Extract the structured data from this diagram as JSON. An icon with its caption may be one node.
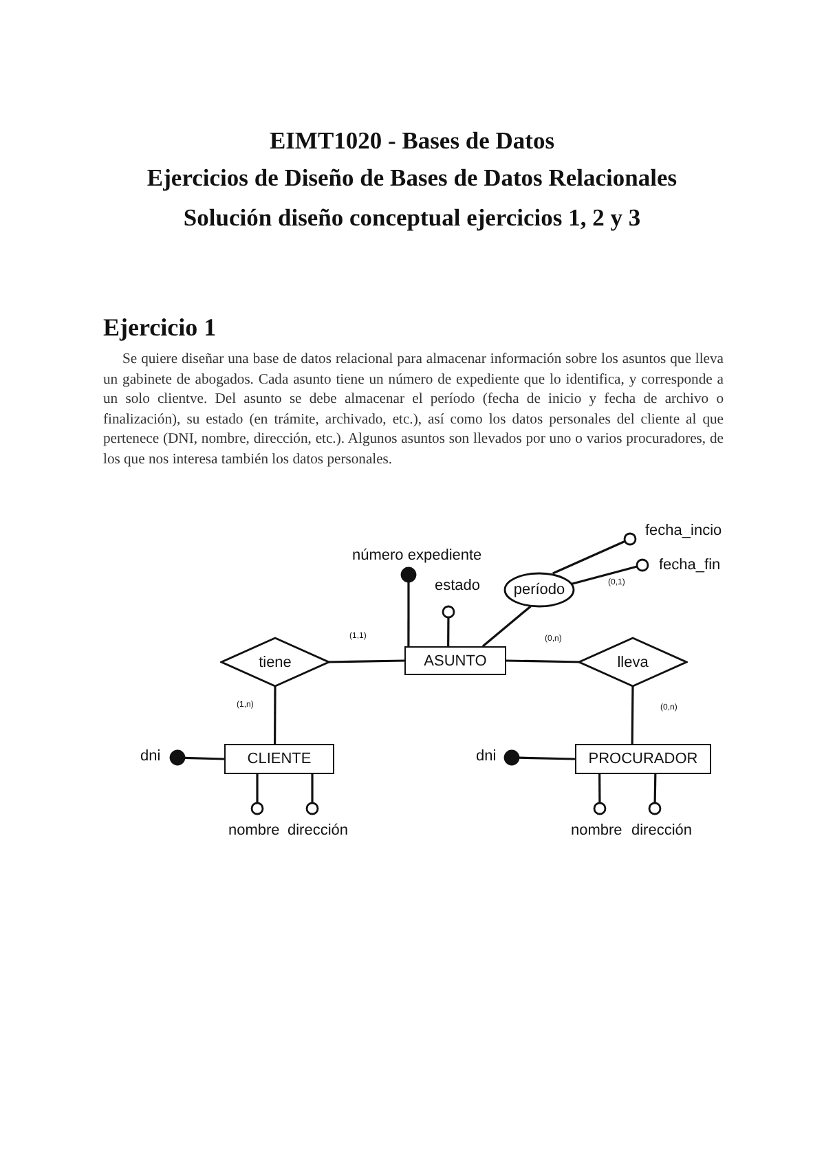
{
  "diagram": {
    "title": "EIMT1020 - Bases de Datos",
    "nodes": [
      {
        "text": [],
        "shape": "circle",
        "beside": [
          "fecha_incio"
        ]
      },
      {
        "text": [],
        "shape": "dot",
        "beside": [
          "número expediente"
        ]
      },
      {
        "text": [],
        "shape": "circle",
        "beside": [
          "fecha_fin"
        ]
      },
      {
        "text": [],
        "shape": "circle",
        "beside": [
          "estado"
        ]
      },
      {
        "text": [
          "período"
        ]
      },
      {
        "text": [
          "tiene"
        ]
      },
      {
        "text": [
          "ASUNTO"
        ]
      },
      {
        "text": [
          "lleva"
        ]
      },
      {
        "text": [],
        "shape": "dot",
        "beside": [
          "dni"
        ]
      },
      {
        "text": [
          "CLIENTE"
        ]
      },
      {
        "text": [],
        "shape": "dot",
        "beside": [
          "dni"
        ]
      },
      {
        "text": [
          "PROCURADOR"
        ]
      },
      {
        "text": [],
        "shape": "circle",
        "beside": [
          "nombre"
        ]
      },
      {
        "text": [],
        "shape": "circle",
        "beside": [
          "dirección"
        ]
      },
      {
        "text": [],
        "shape": "circle",
        "beside": [
          "nombre"
        ]
      },
      {
        "text": [],
        "shape": "circle",
        "beside": [
          "dirección"
        ]
      }
    ],
    "edges": [
      {
        "from": 6,
        "to": 1,
        "arrow": "none"
      },
      {
        "from": 6,
        "to": 3,
        "arrow": "none"
      },
      {
        "from": 6,
        "to": 4,
        "arrow": "none"
      },
      {
        "from": 4,
        "to": 0,
        "arrow": "none"
      },
      {
        "from": 4,
        "to": 2,
        "arrow": "none",
        "label": "(0,1)"
      },
      {
        "from": 5,
        "to": 6,
        "arrow": "none",
        "label": "(1,1)"
      },
      {
        "from": 6,
        "to": 7,
        "arrow": "none",
        "label": "(0,n)"
      },
      {
        "from": 5,
        "to": 9,
        "arrow": "none",
        "label": "(1,n)"
      },
      {
        "from": 7,
        "to": 11,
        "arrow": "none",
        "label": "(0,n)"
      },
      {
        "from": 9,
        "to": 8,
        "arrow": "none"
      },
      {
        "from": 9,
        "to": 12,
        "arrow": "none"
      },
      {
        "from": 9,
        "to": 13,
        "arrow": "none"
      },
      {
        "from": 11,
        "to": 10,
        "arrow": "none"
      },
      {
        "from": 11,
        "to": 14,
        "arrow": "none"
      },
      {
        "from": 11,
        "to": 15,
        "arrow": "none"
      }
    ],
    "labels": [
      "Ejercicios de Diseño de Bases de Datos Relacionales",
      "Solución diseño conceptual ejercicios 1, 2 y 3",
      "Ejercicio 1",
      "Se quiere diseñar una base de datos relacional para almacenar información sobre los asuntos que lleva un gabinete de abogados. Cada asunto tiene un número de expediente que lo identifica, y corresponde a un solo clientve. Del asunto se debe almacenar el período (fecha de inicio y fecha de archivo o finalización), su estado (en trámite, archivado, etc.), así como los datos personales del cliente al que pertenece (DNI, nombre, dirección, etc.). Algunos asuntos son llevados por uno o varios procuradores, de los que nos interesa también los datos personales."
    ]
  }
}
